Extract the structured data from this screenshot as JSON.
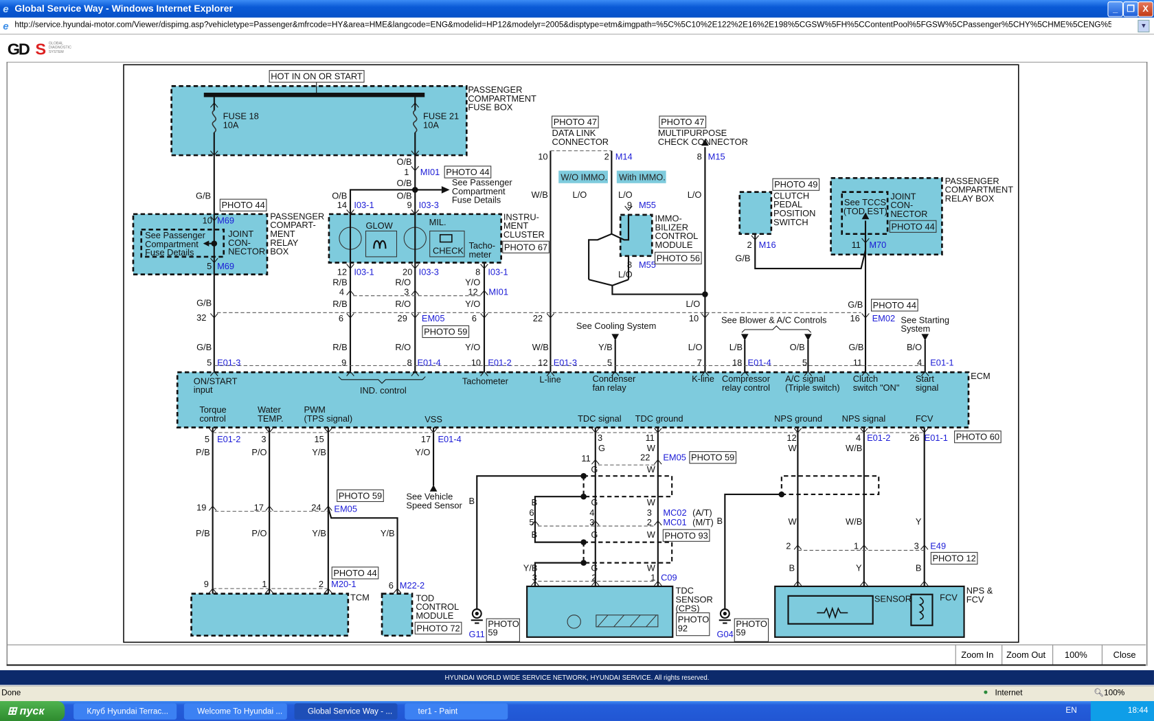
{
  "window": {
    "title": "Global Service Way - Windows Internet Explorer",
    "min": "_",
    "max": "❐",
    "close": "X"
  },
  "address": {
    "url": "http://service.hyundai-motor.com/Viewer/dispimg.asp?vehicletype=Passenger&mfrcode=HY&area=HME&langcode=ENG&modelid=HP12&modelyr=2005&disptype=etm&imgpath=%5C%5C10%2E122%2E16%2E198%5CGSW%5FH%5CContentPool%5FGSW%5CPassenger%5CHY%5CHME%5CENG%5CETM%2DImages%5CHY%5"
  },
  "logo": {
    "text": "GDS",
    "sub": "GLOBAL DIAGNOSTIC SYSTEM"
  },
  "toolbar": {
    "zoom_in": "Zoom In",
    "zoom_out": "Zoom Out",
    "zoom_level": "100%",
    "close": "Close"
  },
  "footer": "HYUNDAI WORLD WIDE SERVICE NETWORK, HYUNDAI SERVICE. All rights reserved.",
  "status": {
    "left": "Done",
    "zone": "Internet",
    "zoom": "100%"
  },
  "taskbar": {
    "start": "пуск",
    "tasks": [
      "Клуб Hyundai Terrac...",
      "Welcome To Hyundai ...",
      "Global Service Way - ...",
      "ter1 - Paint"
    ],
    "lang": "EN",
    "clock": "18:44"
  },
  "diagram": {
    "fuse": [
      "HOT IN ON OR START",
      "FUSE 18",
      "10A",
      "FUSE 21",
      "10A",
      "PASSENGER",
      "COMPARTMENT",
      "FUSE BOX"
    ],
    "relay1": [
      "G/B",
      "PHOTO 44",
      "10",
      "M69",
      "See Passenger",
      "Compartment",
      "Fuse Details",
      "JOINT",
      "CON-",
      "NECTOR",
      "5",
      "M69",
      "PASSENGER",
      "COMPART-",
      "MENT",
      "RELAY",
      "BOX",
      "G/B",
      "32",
      "G/B",
      "5",
      "E01-3"
    ],
    "cluster": [
      "O/B",
      "1",
      "MI01",
      "PHOTO 44",
      "O/B",
      "See Passenger",
      "Compartment",
      "Fuse Details",
      "O/B",
      "14",
      "I03-1",
      "O/B",
      "9",
      "I03-3",
      "GLOW",
      "MIL.",
      "CHECK",
      "Tacho-",
      "meter",
      "INSTRU-",
      "MENT",
      "CLUSTER",
      "PHOTO 67",
      "12",
      "I03-1",
      "20",
      "I03-3",
      "8",
      "I03-1",
      "R/B",
      "R/O",
      "Y/O",
      "4",
      "3",
      "12",
      "MI01",
      "R/B",
      "R/O",
      "Y/O",
      "6",
      "29",
      "EM05",
      "PHOTO 59",
      "6",
      "R/B",
      "R/O",
      "Y/O",
      "9",
      "8",
      "E01-4",
      "10",
      "E01-2"
    ],
    "center": [
      "PHOTO 47",
      "DATA LINK",
      "CONNECTOR",
      "10",
      "2",
      "M14",
      "W/O IMMO.",
      "With IMMO.",
      "W/B",
      "L/O",
      "L/O",
      "9",
      "M55",
      "IMMO-",
      "BILIZER",
      "CONTROL",
      "MODULE",
      "PHOTO 56",
      "8",
      "M55",
      "L/O",
      "PHOTO 47",
      "MULTIPURPOSE",
      "CHECK CONNECTOR",
      "8",
      "M15",
      "L/O",
      "L/O",
      "22",
      "W/B",
      "12",
      "E01-3",
      "10",
      "See Cooling System",
      "Y/B",
      "5",
      "L/O",
      "7"
    ],
    "right": [
      "PHOTO 49",
      "CLUTCH",
      "PEDAL",
      "POSITION",
      "SWITCH",
      "2",
      "M16",
      "G/B",
      "See TCCS",
      "(TOD,EST)",
      "JOINT",
      "CON-",
      "NECTOR",
      "PHOTO 44",
      "PASSENGER",
      "COMPARTMENT",
      "RELAY BOX",
      "11",
      "M70",
      "G/B",
      "PHOTO 44",
      "16",
      "EM02",
      "See Blower & A/C Controls",
      "L/B",
      "18",
      "E01-4",
      "O/B",
      "5",
      "G/B",
      "11",
      "See Starting",
      "System",
      "B/O",
      "4",
      "E01-1"
    ],
    "ecm": [
      "ECM",
      "ON/START",
      "input",
      "IND. control",
      "Tachometer",
      "L-line",
      "Condenser",
      "fan relay",
      "K-line",
      "Compressor",
      "relay control",
      "A/C signal",
      "(Triple switch)",
      "Clutch",
      "switch \"ON\"",
      "Start",
      "signal",
      "Torque",
      "control",
      "Water",
      "TEMP.",
      "PWM",
      "(TPS signal)",
      "VSS",
      "TDC signal",
      "TDC ground",
      "NPS ground",
      "NPS signal",
      "FCV"
    ],
    "tcm": [
      "5",
      "E01-2",
      "3",
      "15",
      "17",
      "E01-4",
      "P/B",
      "P/O",
      "Y/B",
      "Y/O",
      "See Vehicle",
      "Speed Sensor",
      "PHOTO 59",
      "19",
      "17",
      "24",
      "EM05",
      "P/B",
      "P/O",
      "Y/B",
      "Y/B",
      "PHOTO 44",
      "9",
      "1",
      "2",
      "M20-1",
      "6",
      "M22-2",
      "TCM",
      "TOD",
      "CONTROL",
      "MODULE",
      "PHOTO 72",
      "B",
      "G11",
      "PHOTO",
      "59"
    ],
    "tdc": [
      "3",
      "G",
      "11",
      "11",
      "W",
      "22",
      "EM05",
      "PHOTO 59",
      "G",
      "W",
      "B",
      "6",
      "5",
      "B",
      "G",
      "4",
      "3",
      "G",
      "W",
      "3",
      "2",
      "W",
      "MC02",
      "(A/T)",
      "MC01",
      "(M/T)",
      "PHOTO 93",
      "Y/B",
      "3",
      "G",
      "2",
      "W",
      "1",
      "C09",
      "TDC",
      "SENSOR",
      "(CPS)",
      "PHOTO",
      "92"
    ],
    "nps": [
      "B",
      "G04",
      "PHOTO",
      "59",
      "12",
      "W",
      "4",
      "E01-2",
      "W/B",
      "26",
      "E01-1",
      "PHOTO 60",
      "W",
      "W/B",
      "Y",
      "2",
      "1",
      "3",
      "E49",
      "PHOTO 12",
      "B",
      "Y",
      "B",
      "SENSOR",
      "FCV",
      "NPS &",
      "FCV"
    ]
  },
  "colors": {
    "component_fill": "#7ecbdd",
    "connector_id": "#1a1ad6",
    "footer": "#0c2a6b"
  }
}
